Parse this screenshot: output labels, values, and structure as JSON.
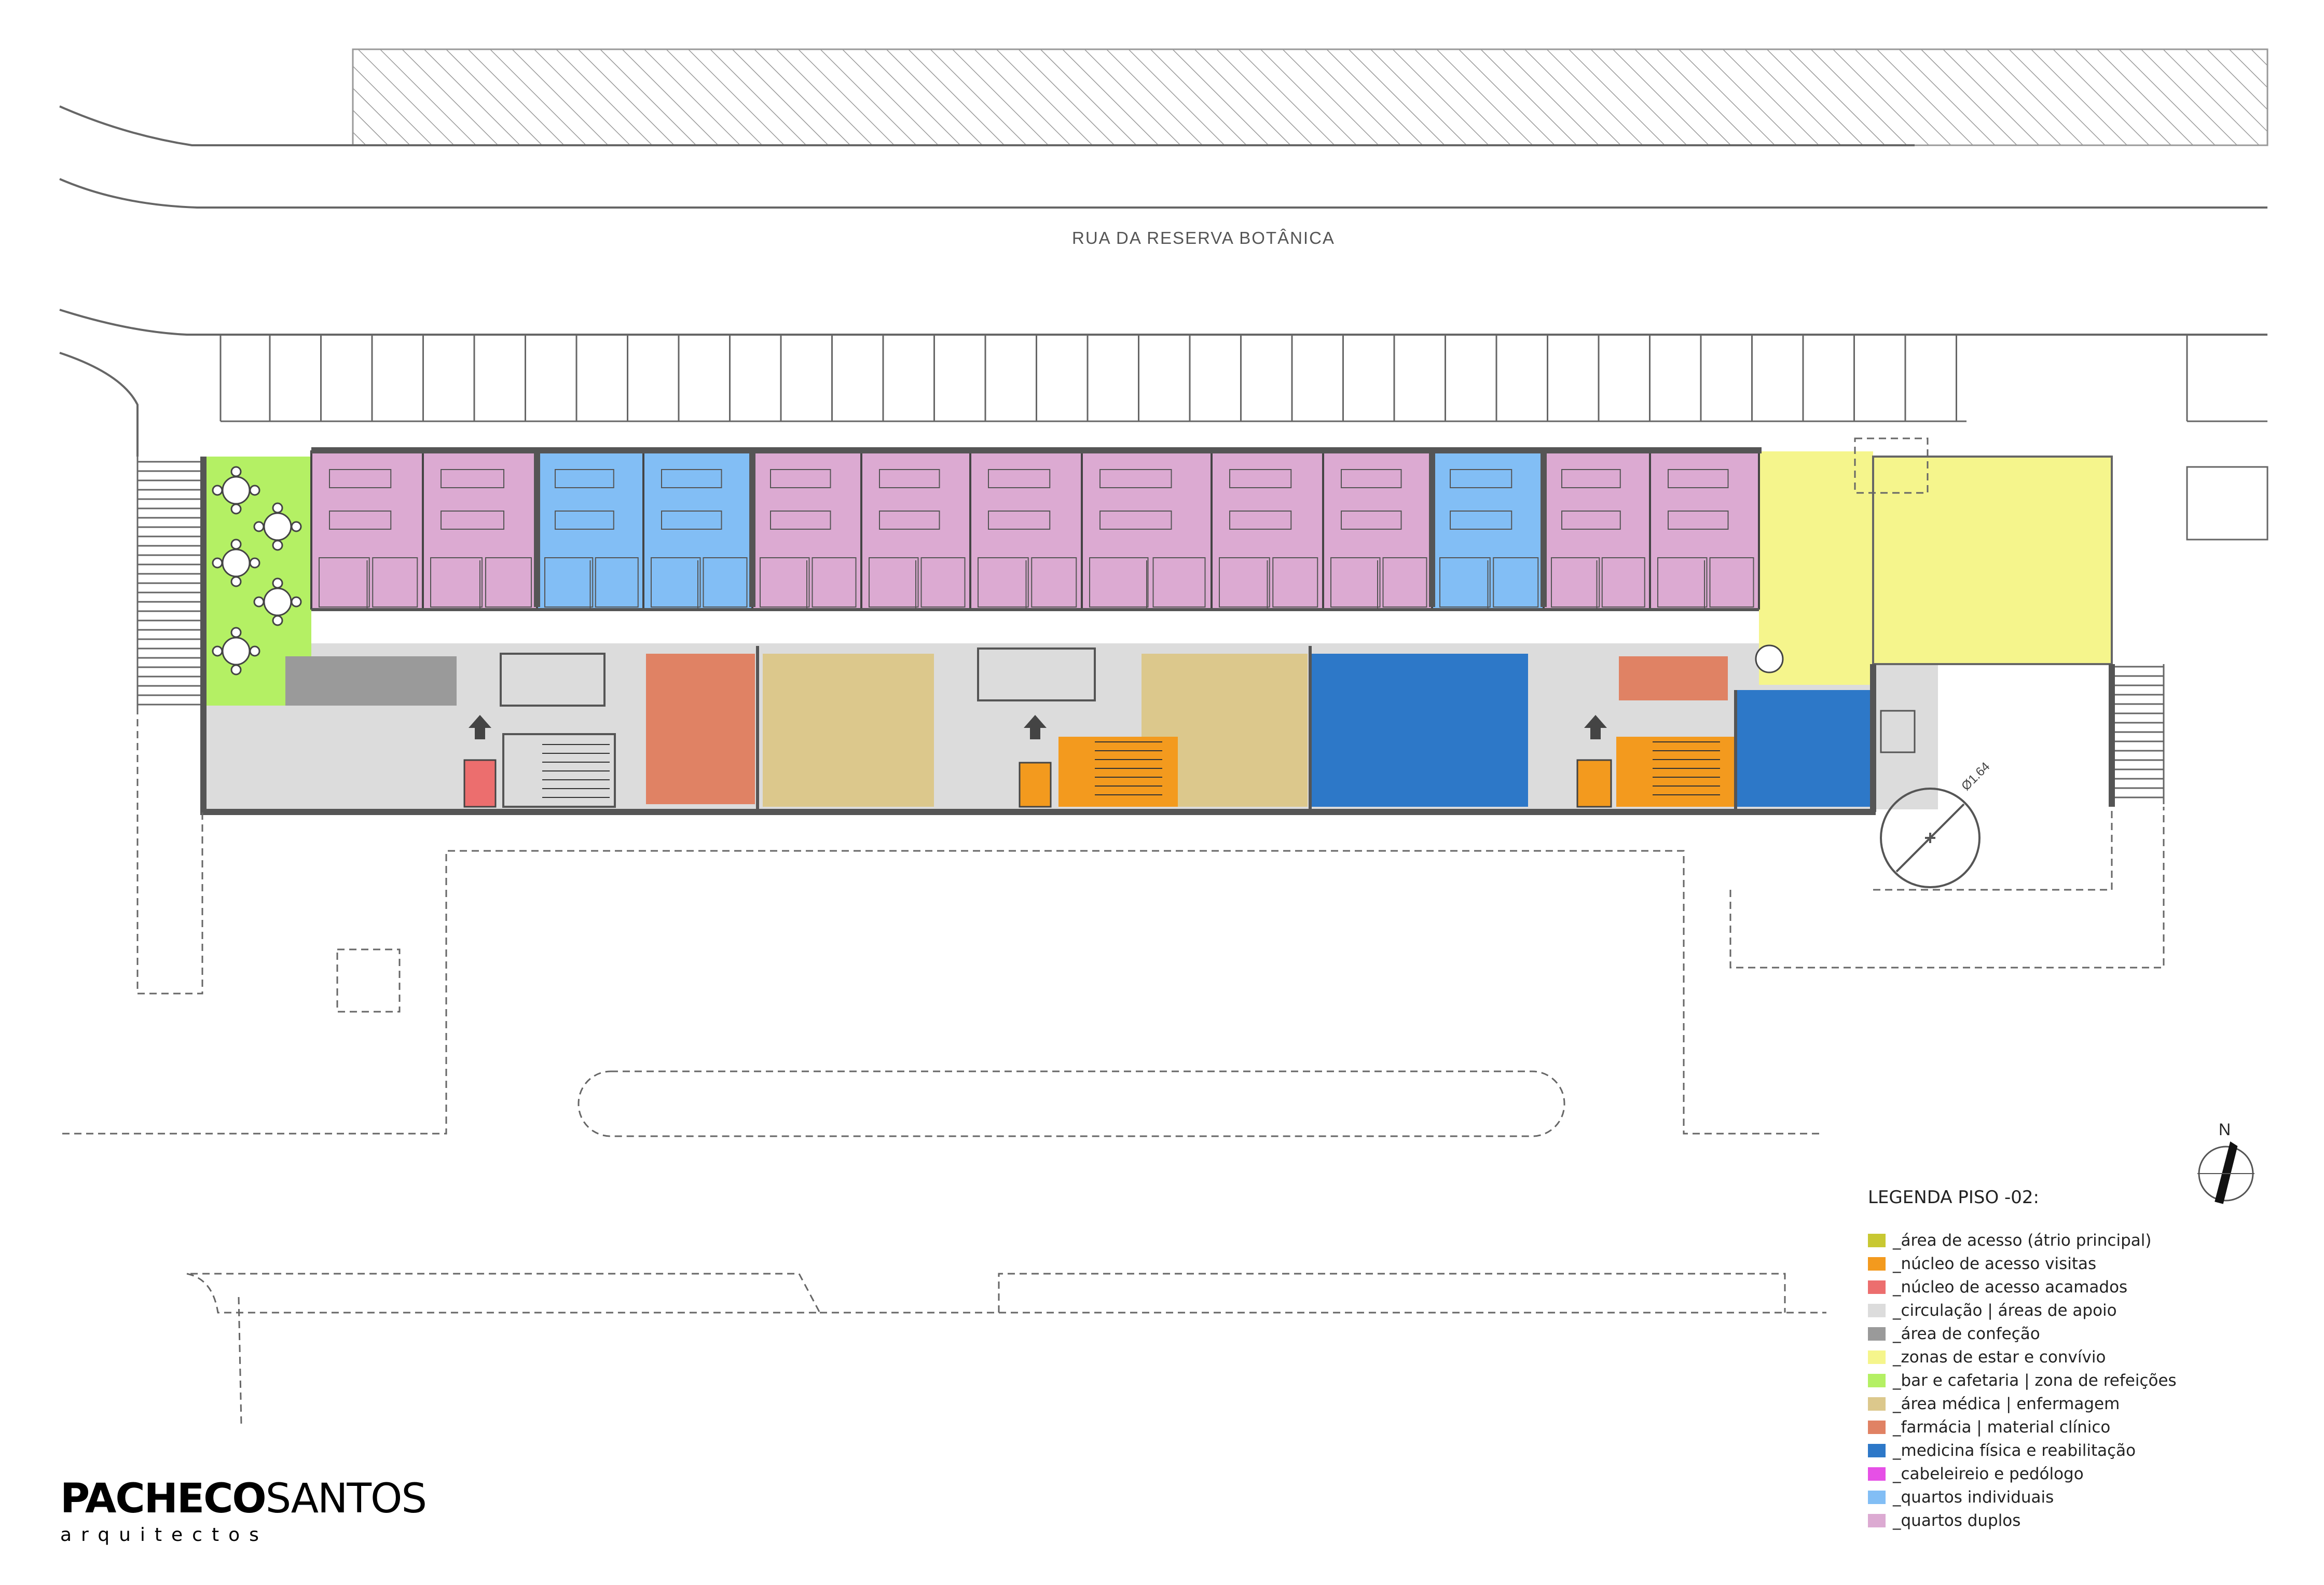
{
  "street": {
    "label": "RUA DA RESERVA BOTÂNICA"
  },
  "north": {
    "label": "N"
  },
  "dimension": {
    "label": "Ø1.64"
  },
  "legend": {
    "title": "LEGENDA PISO -02:",
    "items": [
      {
        "label": "_área de acesso (átrio principal)",
        "color": "#c8c832"
      },
      {
        "label": "_núcleo de acesso visitas",
        "color": "#f39a1e"
      },
      {
        "label": "_núcleo de acesso acamados",
        "color": "#ec6e6e"
      },
      {
        "label": "_circulação | áreas de apoio",
        "color": "#dcdcdc"
      },
      {
        "label": "_área de confeção",
        "color": "#9a9a9a"
      },
      {
        "label": "_zonas de estar e convívio",
        "color": "#f5f58c"
      },
      {
        "label": "_bar e cafetaria | zona de refeições",
        "color": "#b4f064"
      },
      {
        "label": "_área médica | enfermagem",
        "color": "#dcc88c"
      },
      {
        "label": "_farmácia | material clínico",
        "color": "#e08264"
      },
      {
        "label": "_medicina física e reabilitação",
        "color": "#2d78c8"
      },
      {
        "label": "_cabeleireio e pedólogo",
        "color": "#e650e6"
      },
      {
        "label": "_quartos individuais",
        "color": "#82bef5"
      },
      {
        "label": "_quartos duplos",
        "color": "#dcaad2"
      }
    ]
  },
  "logo": {
    "name_bold": "PACHECO",
    "name_light": "SANTOS",
    "subtitle": "arquitectos"
  }
}
